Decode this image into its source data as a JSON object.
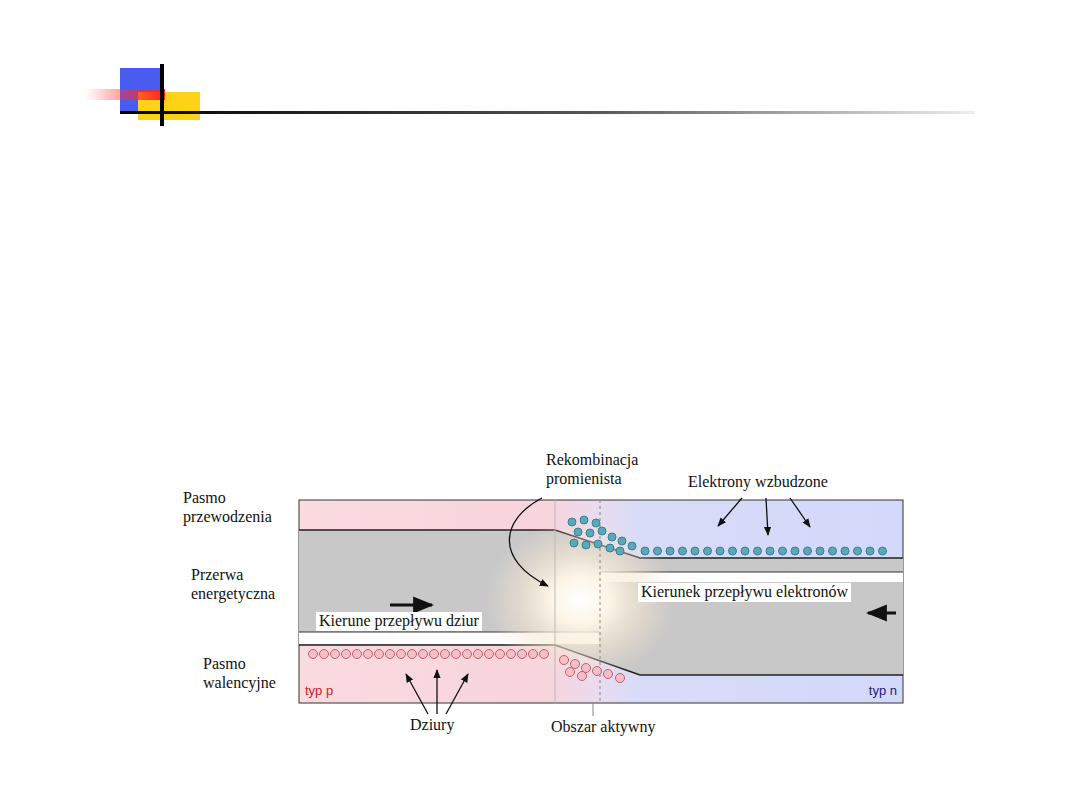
{
  "diagram": {
    "nodes": [
      {
        "text": [
          "typ p"
        ]
      },
      {
        "text": [
          "typ n"
        ]
      }
    ],
    "labels": [
      "Pasmo przewodzenia",
      "Przerwa energetyczna",
      "Pasmo walencyjne",
      "Rekombinacja promienista",
      "Elektrony wzbudzone",
      "Kierune przepływu dziur",
      "Kierunek przepływu elektronów",
      "Dziury",
      "Obszar aktywny"
    ]
  }
}
